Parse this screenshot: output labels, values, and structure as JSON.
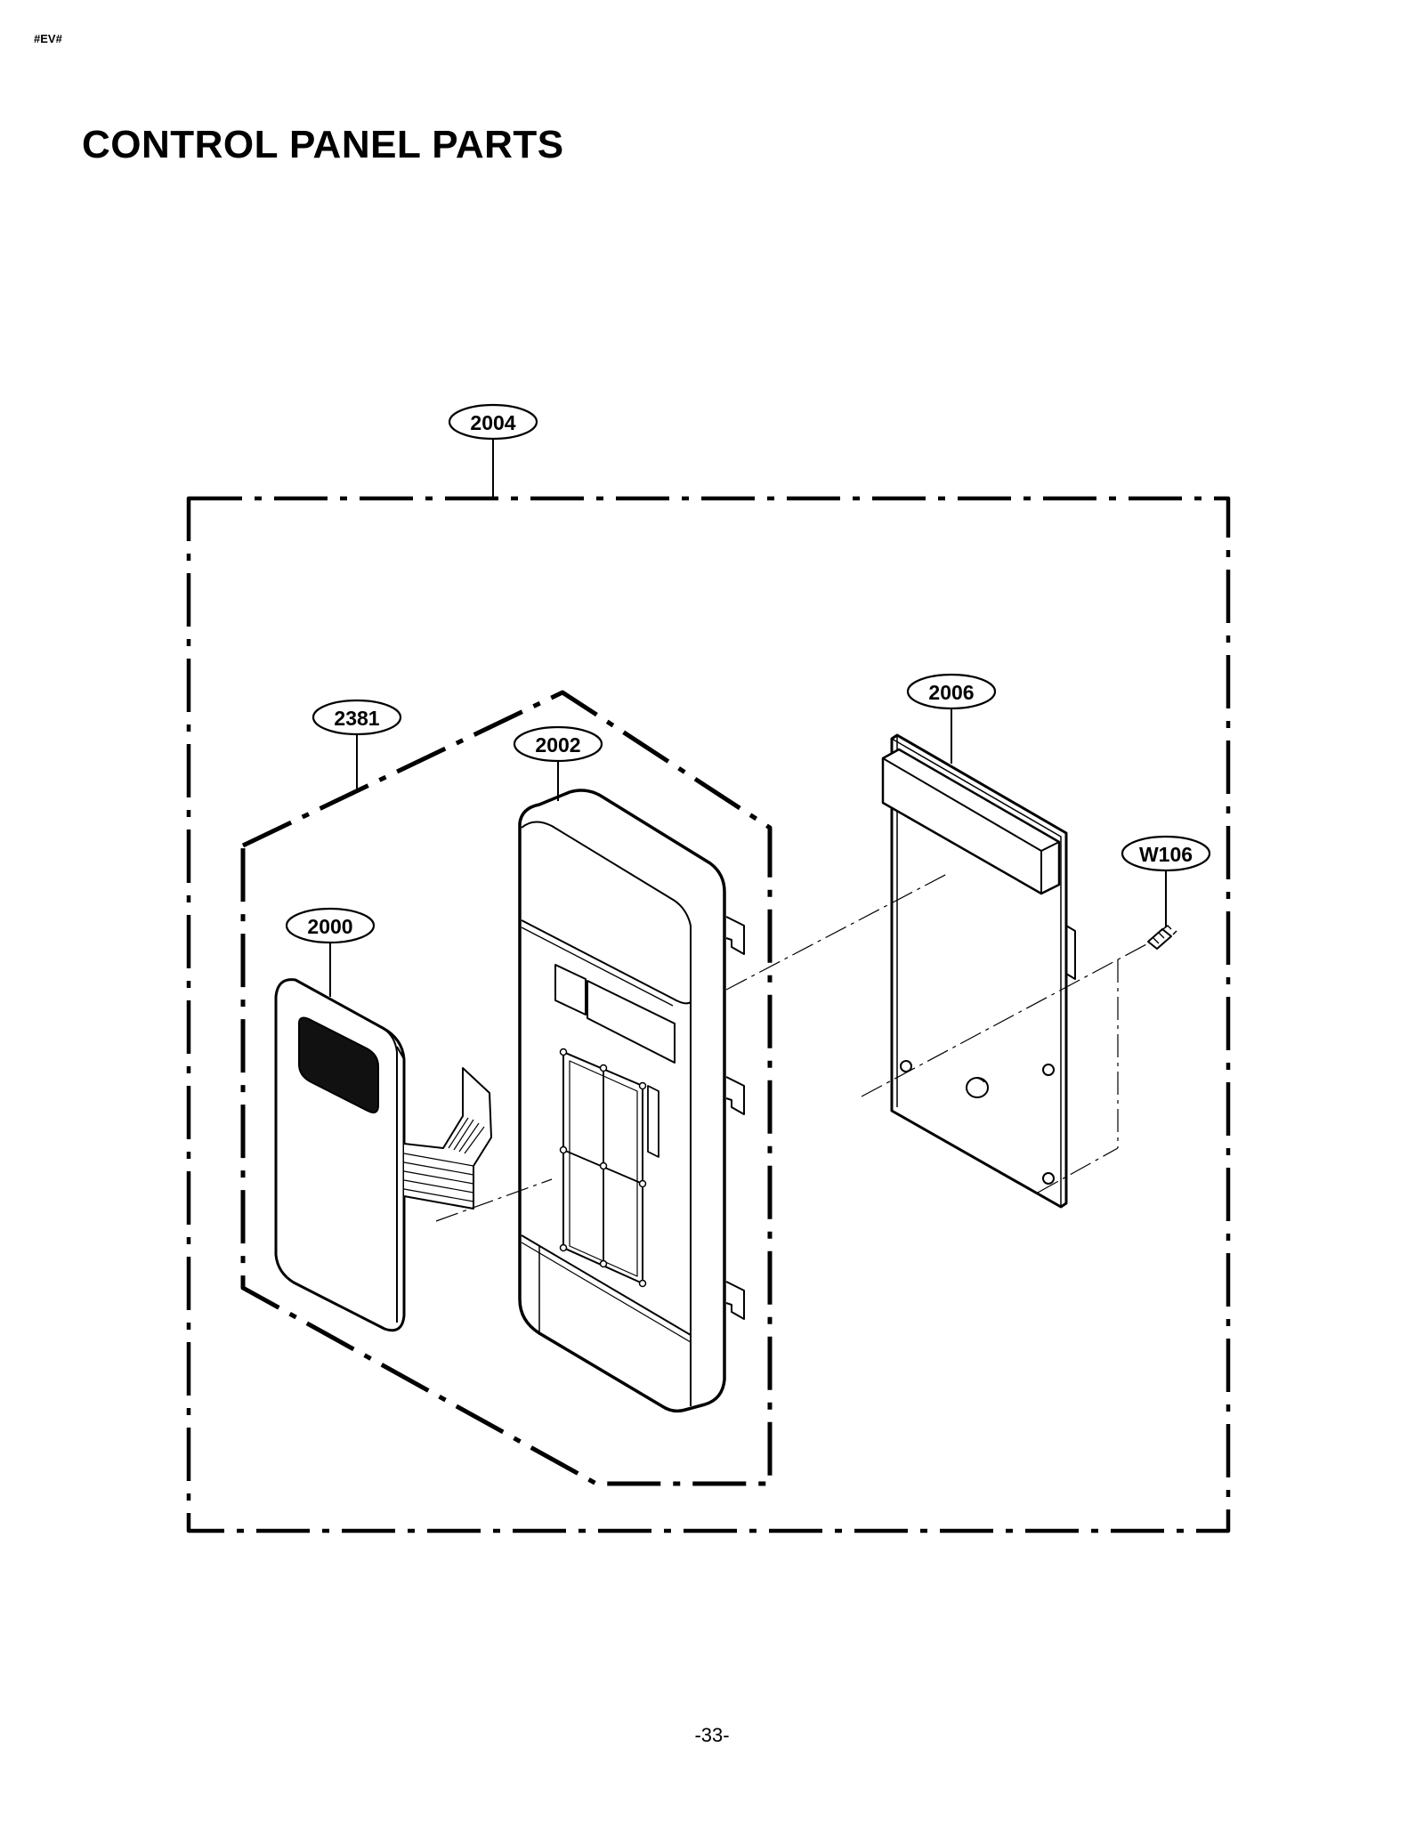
{
  "header": {
    "code": "#EV#"
  },
  "title": "CONTROL PANEL PARTS",
  "footer": {
    "page_number": "-33-"
  },
  "callouts": {
    "assembly_control_panel": "2004",
    "assembly_panel_group": "2381",
    "frame_control_panel": "2002",
    "touch_membrane_sheet": "2000",
    "pcb_main": "2006",
    "screw": "W106"
  },
  "colors": {
    "line": "#000000",
    "background": "#ffffff",
    "display_window": "#111111"
  }
}
